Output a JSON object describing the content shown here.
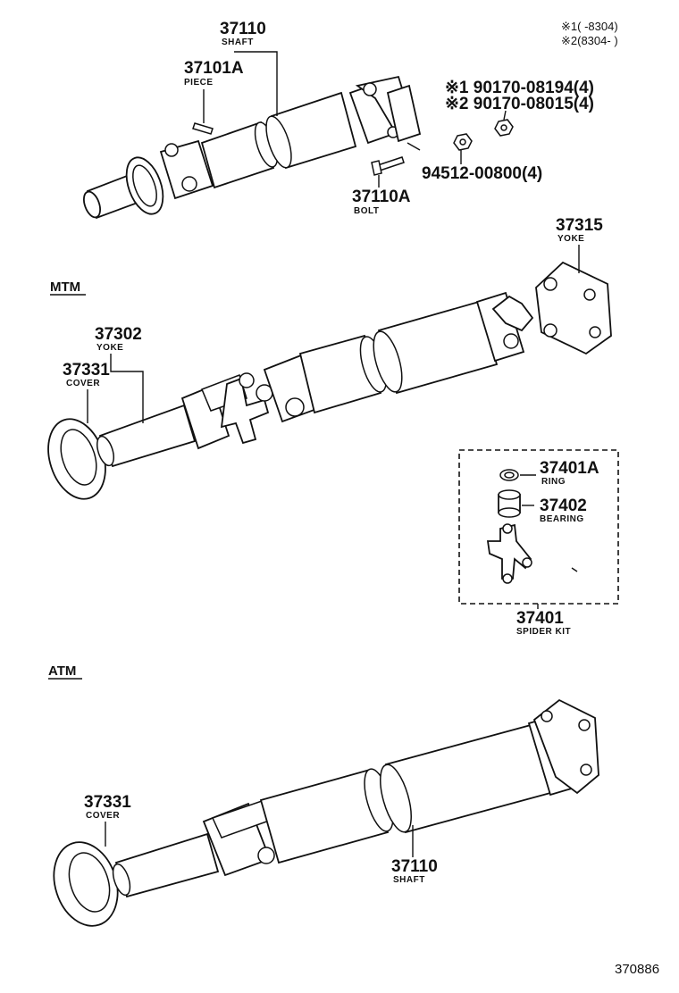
{
  "notes": {
    "note1": "※1(   -8304)",
    "note2": "※2(8304-   )"
  },
  "sections": {
    "mtm": "MTM",
    "atm": "ATM"
  },
  "callouts": {
    "top_shaft": {
      "num": "37110",
      "name": "SHAFT"
    },
    "piece": {
      "num": "37101A",
      "name": "PIECE"
    },
    "nut1": {
      "num": "※1 90170-08194(4)"
    },
    "nut2": {
      "num": "※2 90170-08015(4)"
    },
    "washer": {
      "num": "94512-00800(4)"
    },
    "bolt": {
      "num": "37110A",
      "name": "BOLT"
    },
    "yoke_right": {
      "num": "37315",
      "name": "YOKE"
    },
    "yoke_left": {
      "num": "37302",
      "name": "YOKE"
    },
    "cover_mtm": {
      "num": "37331",
      "name": "COVER"
    },
    "ring": {
      "num": "37401A",
      "name": "RING"
    },
    "bearing": {
      "num": "37402",
      "name": "BEARING"
    },
    "spider_kit": {
      "num": "37401",
      "name": "SPIDER KIT"
    },
    "cover_atm": {
      "num": "37331",
      "name": "COVER"
    },
    "shaft_atm": {
      "num": "37110",
      "name": "SHAFT"
    }
  },
  "figure_id": "370886"
}
